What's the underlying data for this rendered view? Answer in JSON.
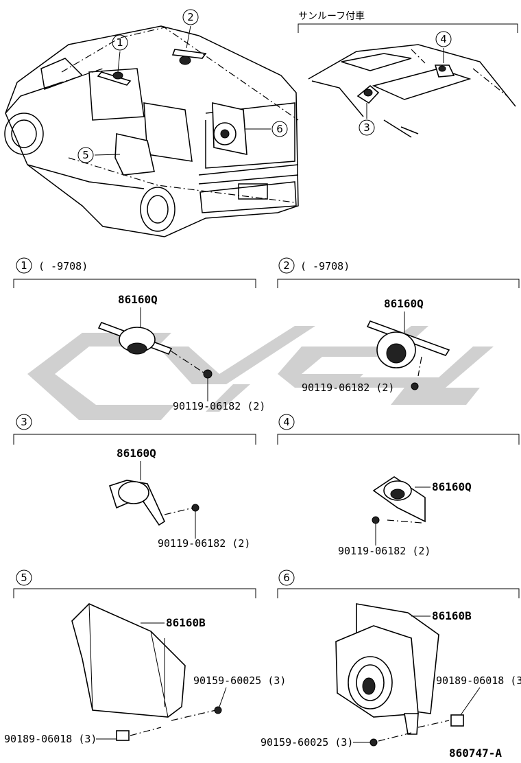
{
  "sunroof_note": "サンルーフ付車",
  "callouts": {
    "c1": "1",
    "c2": "2",
    "c3": "3",
    "c4": "4",
    "c5": "5",
    "c6": "6"
  },
  "sections": [
    {
      "number": "1",
      "date_range": "(      -9708)",
      "part_number": "86160Q",
      "bolt": "90119-06182 (2)"
    },
    {
      "number": "2",
      "date_range": "(      -9708)",
      "part_number": "86160Q",
      "bolt": "90119-06182 (2)"
    },
    {
      "number": "3",
      "date_range": "",
      "part_number": "86160Q",
      "bolt": "90119-06182 (2)"
    },
    {
      "number": "4",
      "date_range": "",
      "part_number": "86160Q",
      "bolt": "90119-06182 (2)"
    },
    {
      "number": "5",
      "date_range": "",
      "part_number": "86160B",
      "bolt": "90159-60025 (3)",
      "clip": "90189-06018 (3)"
    },
    {
      "number": "6",
      "date_range": "",
      "part_number": "86160B",
      "bolt": "90159-60025 (3)",
      "clip": "90189-06018 (3"
    }
  ],
  "figure_id": "860747-A"
}
